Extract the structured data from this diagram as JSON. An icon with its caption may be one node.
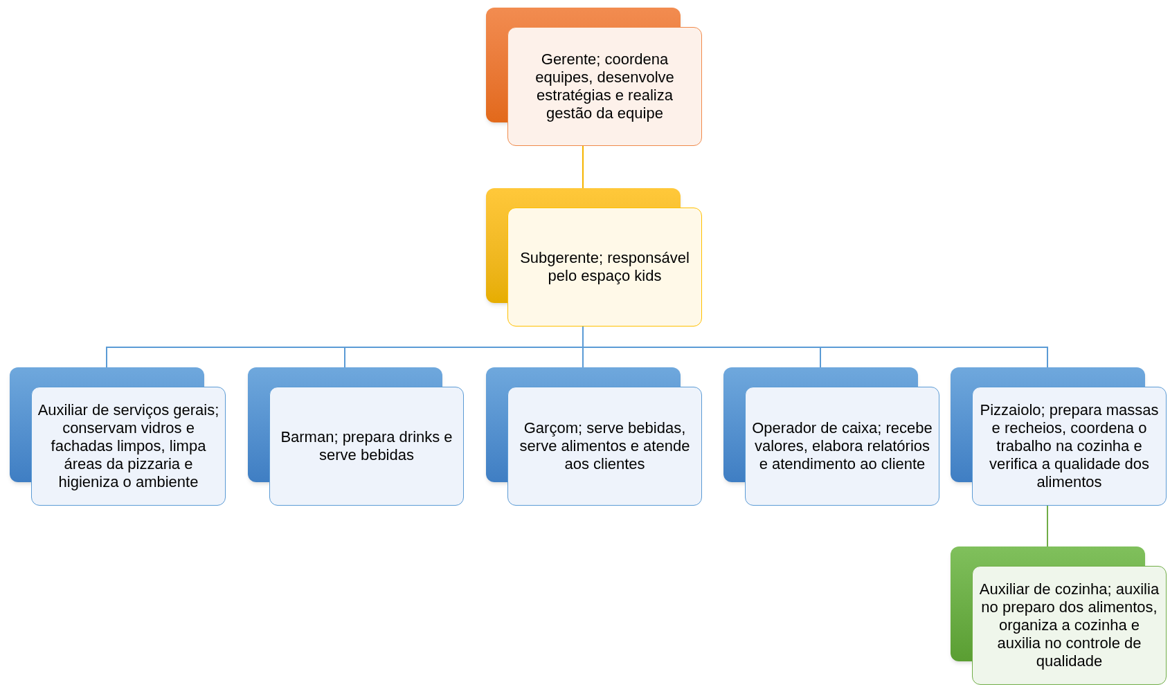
{
  "diagram": {
    "nodes": [
      {
        "text": [
          "Gerente; coordena equipes, desenvolve estratégias e realiza gestão da equipe"
        ]
      },
      {
        "text": [
          "Subgerente; responsável pelo espaço kids"
        ]
      },
      {
        "text": [
          "Auxiliar de serviços gerais; conservam vidros e fachadas limpos, limpa áreas da pizzaria e higieniza o ambiente"
        ]
      },
      {
        "text": [
          "Barman; prepara drinks e serve bebidas"
        ]
      },
      {
        "text": [
          "Garçom; serve bebidas, serve alimentos e atende aos clientes"
        ]
      },
      {
        "text": [
          "Operador de caixa; recebe valores, elabora relatórios e atendimento ao cliente"
        ]
      },
      {
        "text": [
          "Pizzaiolo; prepara massas e recheios, coordena o trabalho na cozinha e verifica a qualidade dos alimentos"
        ]
      },
      {
        "text": [
          "Auxiliar de cozinha; auxilia no preparo dos alimentos, organiza a cozinha e auxilia no controle de qualidade"
        ]
      }
    ],
    "edges": [
      {
        "from": 0,
        "to": 1,
        "arrow": "none",
        "color": "#f5b400"
      },
      {
        "from": 1,
        "to": 2,
        "arrow": "none"
      },
      {
        "from": 1,
        "to": 3,
        "arrow": "none"
      },
      {
        "from": 1,
        "to": 4,
        "arrow": "none"
      },
      {
        "from": 1,
        "to": 5,
        "arrow": "none"
      },
      {
        "from": 1,
        "to": 6,
        "arrow": "none"
      },
      {
        "from": 6,
        "to": 7,
        "arrow": "none",
        "color": "#70ad47"
      }
    ]
  }
}
